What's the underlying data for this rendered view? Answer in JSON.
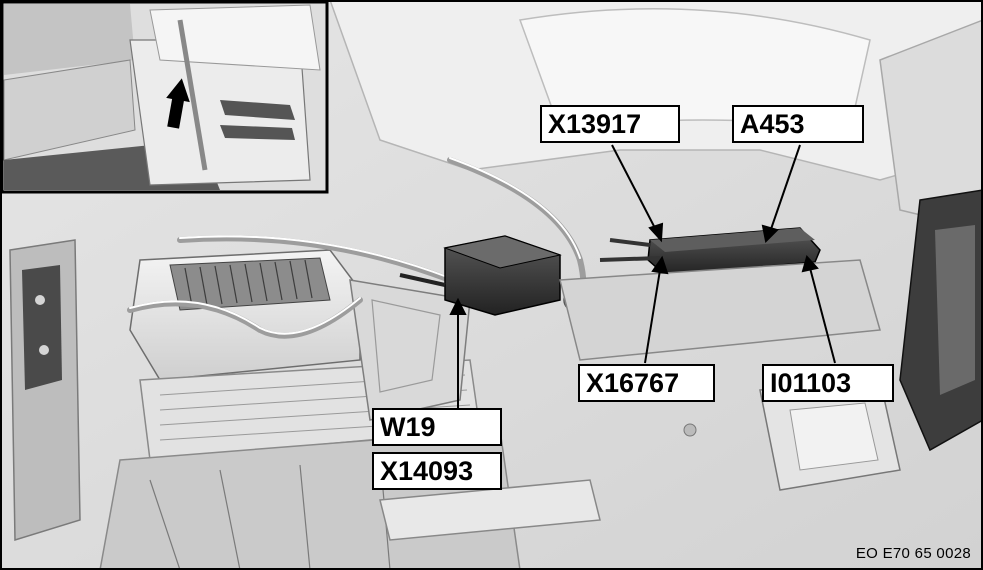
{
  "labels": {
    "x13917": "X13917",
    "a453": "A453",
    "w19": "W19",
    "x14093": "X14093",
    "x16767": "X16767",
    "i01103": "I01103"
  },
  "caption": "EO E70 65 0028"
}
